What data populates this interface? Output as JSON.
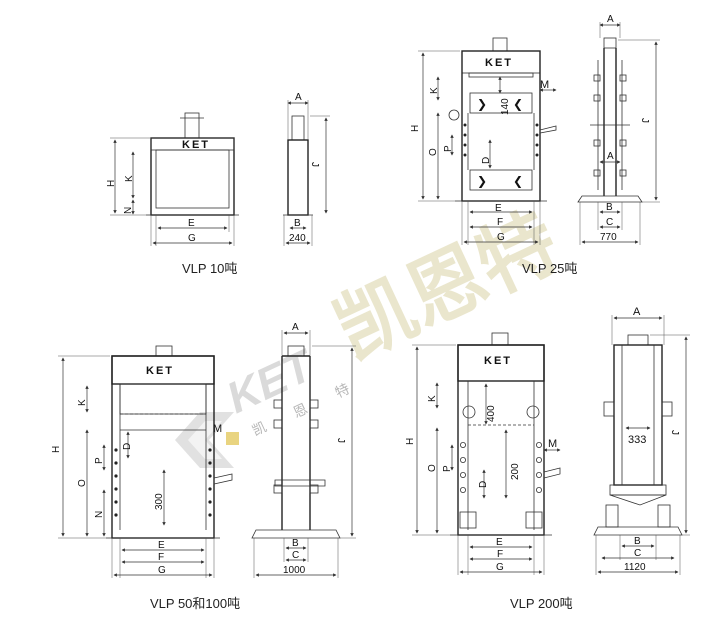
{
  "diagram": {
    "brand_text": "KET",
    "watermark": {
      "logo_text": "KET",
      "cn_large": "凯恩特",
      "cn_small_chars": [
        "凯",
        "恩",
        "特"
      ]
    },
    "models": {
      "vlp10": {
        "caption": "VLP 10吨",
        "front": {
          "h": "H",
          "k": "K",
          "n": "N",
          "e": "E",
          "g": "G"
        },
        "side": {
          "a": "A",
          "j": "J",
          "b": "B",
          "width": "240"
        }
      },
      "vlp25": {
        "caption": "VLP 25吨",
        "front": {
          "h": "H",
          "k": "K",
          "o": "O",
          "p": "P",
          "d": "D",
          "m": "M",
          "e": "E",
          "f": "F",
          "g": "G",
          "inner": "140"
        },
        "side": {
          "a_top": "A",
          "a_mid": "A",
          "j": "J",
          "b": "B",
          "c": "C",
          "width": "770"
        }
      },
      "vlp50": {
        "caption": "VLP 50和100吨",
        "front": {
          "h": "H",
          "k": "K",
          "o": "O",
          "p": "P",
          "n": "N",
          "d": "D",
          "m": "M",
          "e": "E",
          "f": "F",
          "g": "G",
          "inner": "300"
        },
        "side": {
          "a": "A",
          "j": "J",
          "b": "B",
          "c": "C",
          "width": "1000"
        }
      },
      "vlp200": {
        "caption": "VLP 200吨",
        "front": {
          "h": "H",
          "k": "K",
          "o": "O",
          "p": "P",
          "d": "D",
          "m": "M",
          "e": "E",
          "f": "F",
          "g": "G",
          "inner_top": "400",
          "inner_mid": "200"
        },
        "side": {
          "a": "A",
          "j": "J",
          "b": "B",
          "c": "C",
          "width": "1120",
          "inner": "333"
        }
      }
    }
  }
}
